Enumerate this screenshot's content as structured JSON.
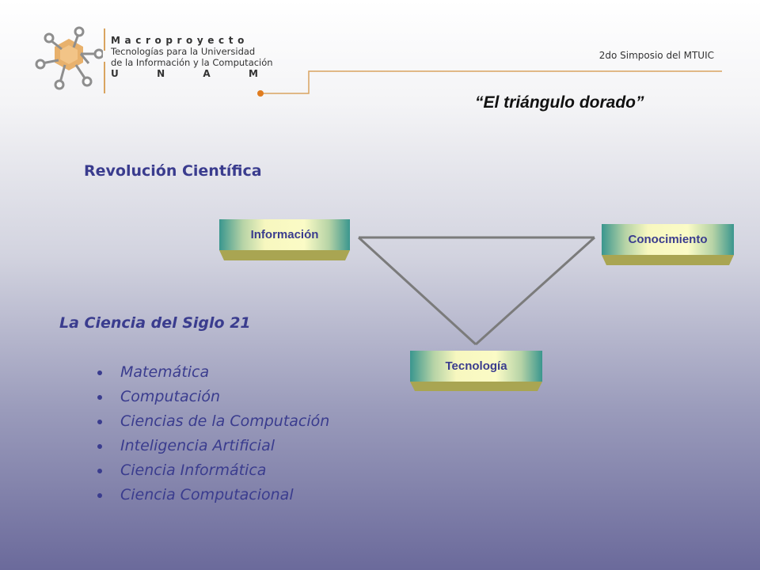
{
  "header": {
    "brand_title": "Macroproyecto",
    "brand_lines": [
      "Tecnologías para la Universidad",
      "de la Información y la Computación"
    ],
    "brand_unam": [
      "U",
      "N",
      "A",
      "M"
    ],
    "event": "2do Simposio del MTUIC"
  },
  "slide": {
    "title": "“El triángulo dorado”",
    "heading_1": "Revolución Científica",
    "heading_2": "La Ciencia del Siglo 21",
    "bullets": [
      "Matemática",
      "Computación",
      "Ciencias de la Computación",
      "Inteligencia Artificial",
      "Ciencia Informática",
      "Ciencia Computacional"
    ]
  },
  "diagram": {
    "nodes": [
      "Información",
      "Conocimiento",
      "Tecnología"
    ]
  },
  "colors": {
    "accent_orange": "#d9a460",
    "heading_blue": "#3a3c8e",
    "box_teal": "#3a968e",
    "box_yellow": "#fbfbc6",
    "box_olive": "#a9a552",
    "line_gray": "#7b7b7b"
  }
}
